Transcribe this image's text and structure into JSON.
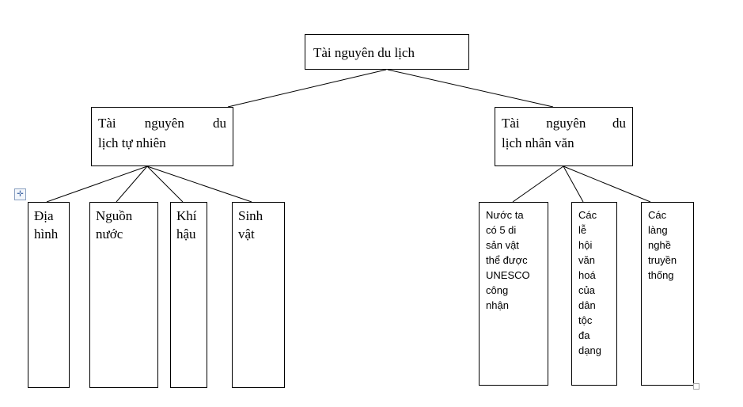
{
  "colors": {
    "border": "#000000",
    "text": "#000000",
    "background": "#ffffff"
  },
  "icons": {
    "anchor_glyph": "✛"
  },
  "nodes": {
    "root": {
      "label": "Tài nguyên du lịch"
    },
    "natural": {
      "label": "Tài nguyên du lịch tự nhiên",
      "lines": [
        "Tài nguyên du",
        "lịch tự nhiên"
      ]
    },
    "cultural": {
      "label": "Tài nguyên du lịch nhân văn",
      "lines": [
        "Tài nguyên du",
        "lịch nhân văn"
      ]
    },
    "natural_children": [
      {
        "label": "Địa hình",
        "lines": [
          "Địa",
          "hình"
        ]
      },
      {
        "label": "Nguồn nước",
        "lines": [
          "Nguồn",
          "nước"
        ]
      },
      {
        "label": "Khí hậu",
        "lines": [
          "Khí",
          "hậu"
        ]
      },
      {
        "label": "Sinh vật",
        "lines": [
          "Sinh",
          "vật"
        ]
      }
    ],
    "cultural_children": [
      {
        "label": "Nước ta có 5 di sản vật thể được UNESCO công nhận",
        "lines": [
          "Nước ta",
          "có 5 di",
          "sản vật",
          "thể được",
          "UNESCO",
          "công",
          "nhận"
        ]
      },
      {
        "label": "Các lễ hội văn hoá của dân tộc đa dạng",
        "lines": [
          "Các",
          "lễ",
          "hội",
          "văn",
          "hoá",
          "của",
          "dân",
          "tộc",
          "đa",
          "dạng"
        ]
      },
      {
        "label": "Các làng nghề truyền thống",
        "lines": [
          "Các",
          "làng",
          "nghề",
          "truyền",
          "thống"
        ]
      }
    ]
  }
}
